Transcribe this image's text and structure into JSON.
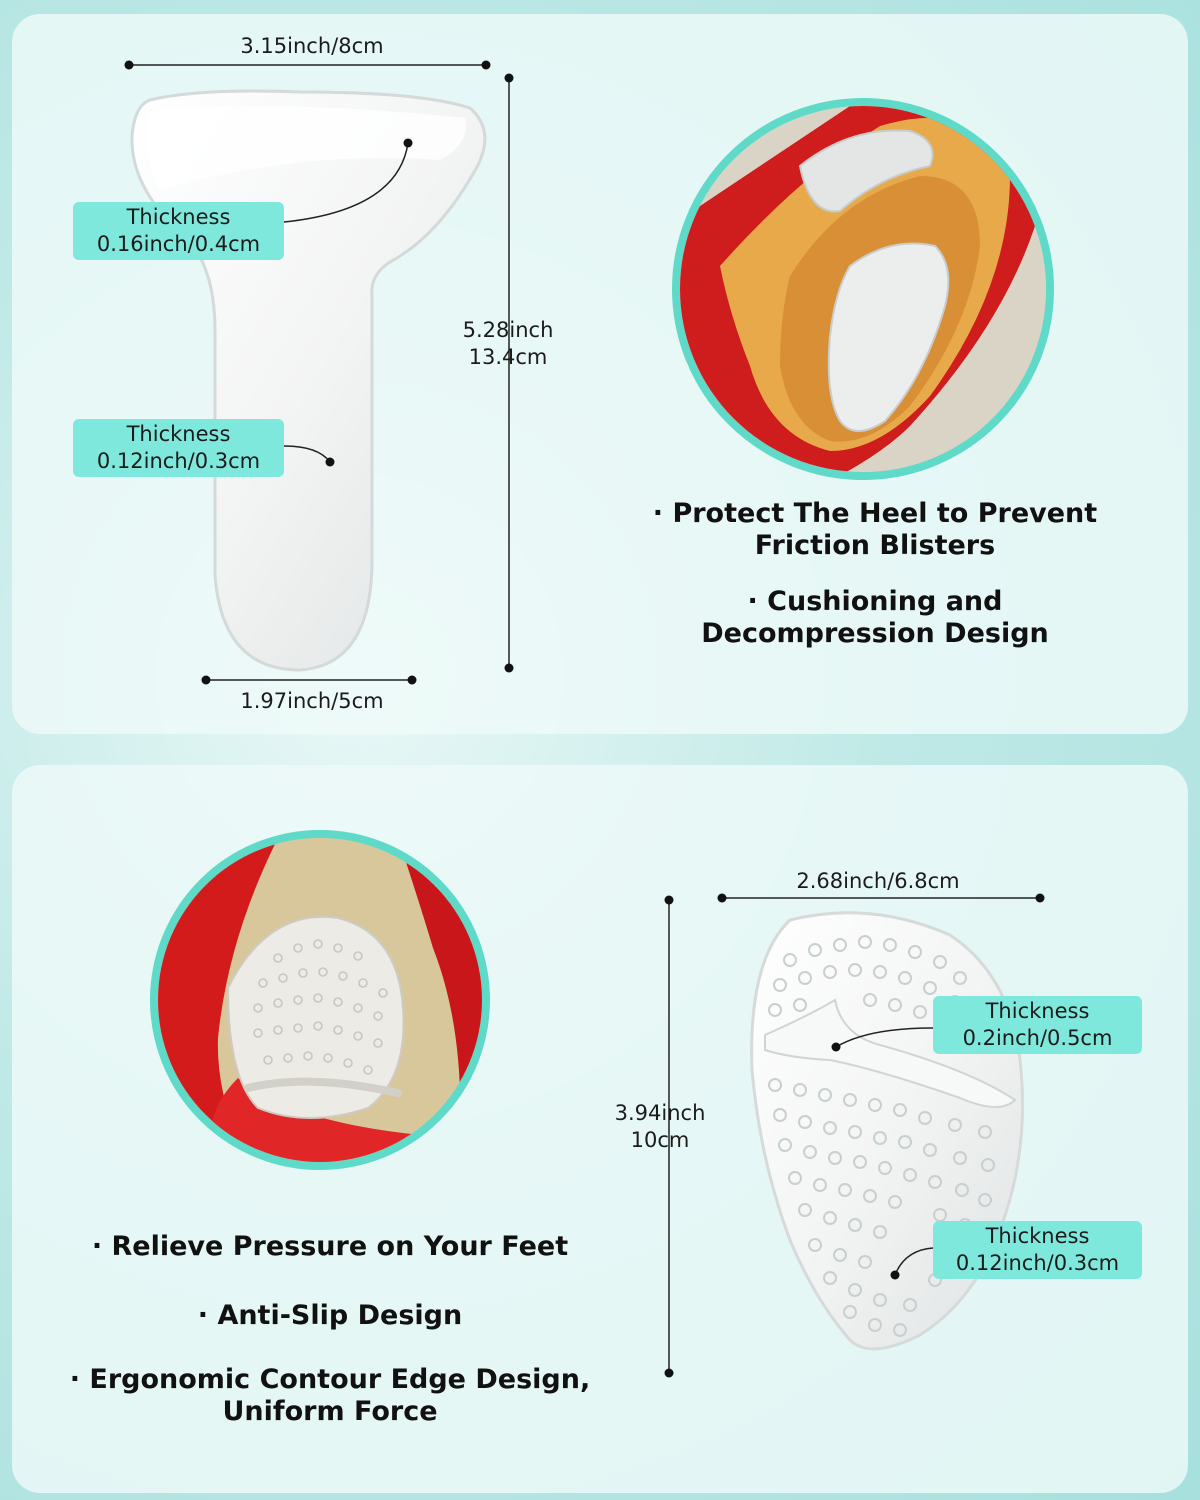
{
  "heel_pad": {
    "width_top": "3.15inch/8cm",
    "width_bottom": "1.97inch/5cm",
    "height_inch": "5.28inch",
    "height_cm": "13.4cm",
    "thickness_upper": {
      "label": "Thickness",
      "value": "0.16inch/0.4cm"
    },
    "thickness_lower": {
      "label": "Thickness",
      "value": "0.12inch/0.3cm"
    }
  },
  "heel_features": [
    {
      "line1": "· Protect The Heel to Prevent",
      "line2": "Friction Blisters"
    },
    {
      "line1": "· Cushioning and",
      "line2": "Decompression Design"
    }
  ],
  "forefoot_pad": {
    "width": "2.68inch/6.8cm",
    "height_inch": "3.94inch",
    "height_cm": "10cm",
    "thickness_upper": {
      "label": "Thickness",
      "value": "0.2inch/0.5cm"
    },
    "thickness_lower": {
      "label": "Thickness",
      "value": "0.12inch/0.3cm"
    }
  },
  "forefoot_features": [
    {
      "line1": "· Relieve Pressure on Your Feet",
      "line2": ""
    },
    {
      "line1": "· Anti-Slip Design",
      "line2": ""
    },
    {
      "line1": "· Ergonomic Contour Edge Design,",
      "line2": "Uniform Force"
    }
  ],
  "colors": {
    "accent": "#7fe8dc",
    "circle_border": "#5fd9c8",
    "shoe_red": "#d81e1e"
  }
}
